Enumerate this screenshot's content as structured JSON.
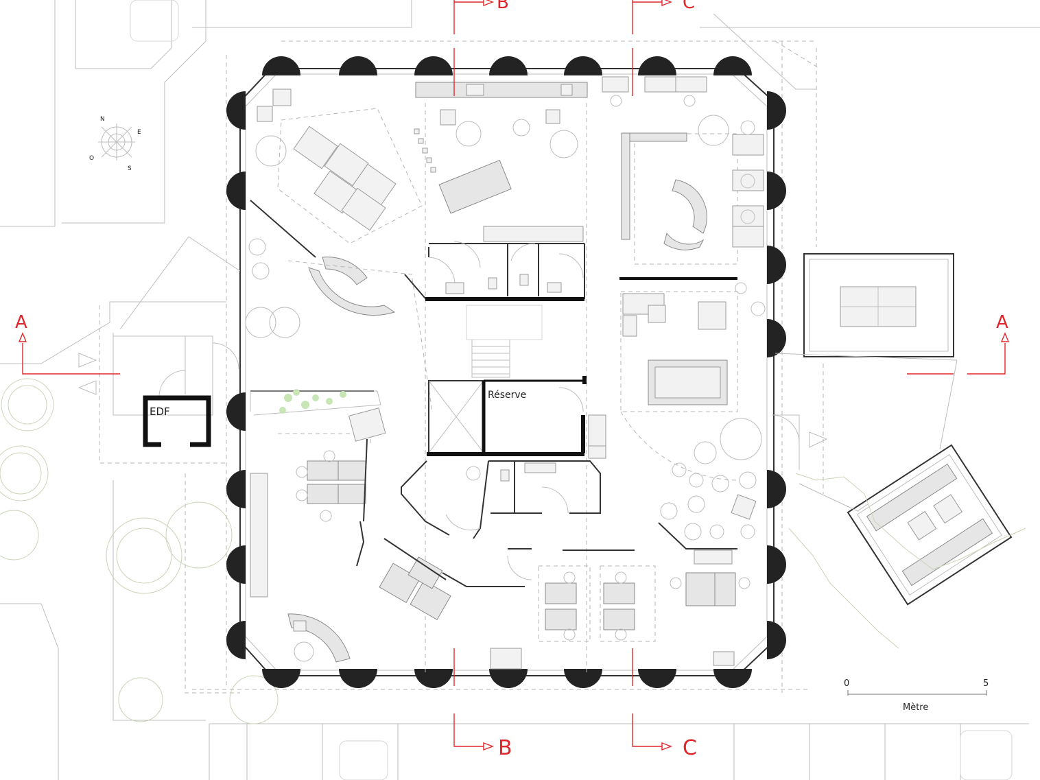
{
  "section_markers": {
    "a_left": "A",
    "a_right": "A",
    "b_top": "B",
    "c_top": "C",
    "b_bottom": "B",
    "c_bottom": "C"
  },
  "rooms": {
    "edf": "EDF",
    "reserve": "Réserve"
  },
  "scale_bar": {
    "start": "0",
    "end": "5",
    "unit": "Mètre"
  },
  "compass_letters": [
    "N",
    "E",
    "S",
    "O"
  ],
  "colors": {
    "section_red": "#e0262a",
    "wall": "#1a1a1a",
    "column": "#232323",
    "furniture_fill": "#e6e6e6",
    "context_line": "#bdbdbd"
  }
}
